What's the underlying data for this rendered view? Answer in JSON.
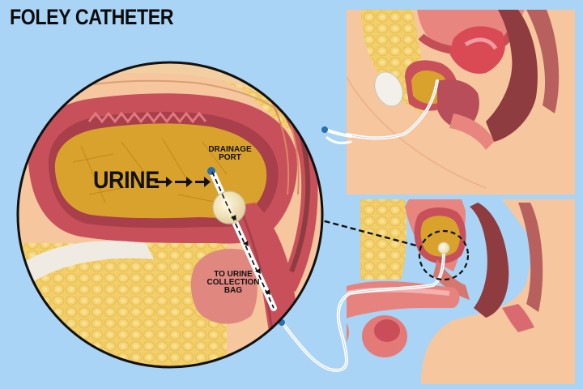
{
  "title": "FOLEY CATHETER",
  "labels": {
    "urine": "URINE",
    "drainage_port": [
      "DRAINAGE",
      "PORT"
    ],
    "collection_bag": [
      "TO URINE",
      "COLLECTION",
      "BAG"
    ]
  },
  "colors": {
    "background": "#a9d4f5",
    "skin": "#f5c49a",
    "fat": "#f7d980",
    "bladder_wall": "#c8505a",
    "urine_fill": "#d9a22c",
    "muscle": "#8e3c3f",
    "catheter": "#f2f4f6",
    "catheter_tip": "#2a6fb3"
  }
}
